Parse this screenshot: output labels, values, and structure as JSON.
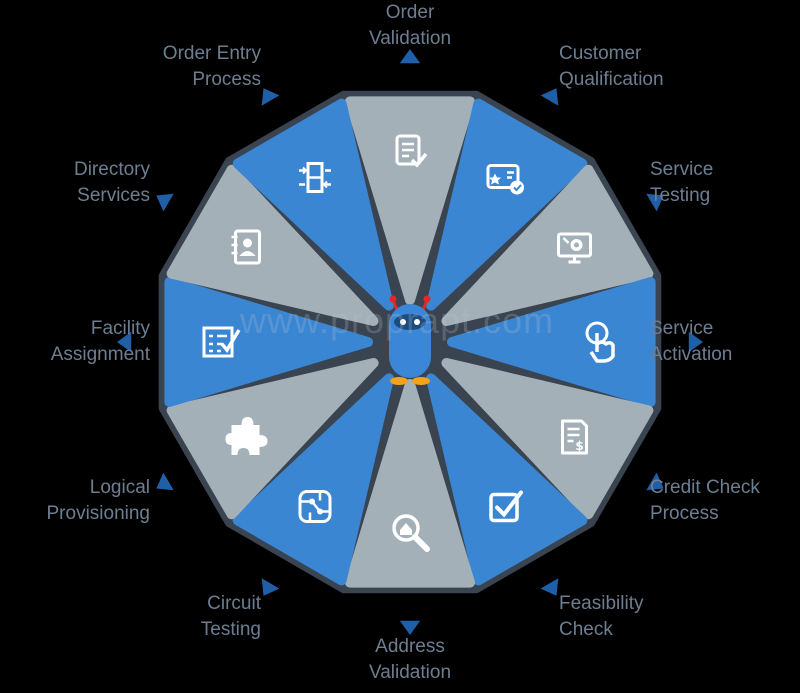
{
  "watermark": "www.proprapt.com",
  "colors": {
    "blue": "#3a86d2",
    "gray": "#a4b0b8",
    "ring": "#3a4350",
    "label": "#6e7e91",
    "arrow": "#1f5fa8"
  },
  "segments": [
    {
      "lines": [
        "Order",
        "Validation"
      ],
      "fill": "gray",
      "icon": "checklist-icon"
    },
    {
      "lines": [
        "Customer",
        "Qualification"
      ],
      "fill": "blue",
      "icon": "id-card-icon"
    },
    {
      "lines": [
        "Service",
        "Testing"
      ],
      "fill": "gray",
      "icon": "monitor-gear-icon"
    },
    {
      "lines": [
        "Service",
        "Activation"
      ],
      "fill": "blue",
      "icon": "touch-icon"
    },
    {
      "lines": [
        "Credit Check",
        "Process"
      ],
      "fill": "gray",
      "icon": "invoice-icon"
    },
    {
      "lines": [
        "Feasibility",
        "Check"
      ],
      "fill": "blue",
      "icon": "checkbox-icon"
    },
    {
      "lines": [
        "Address",
        "Validation"
      ],
      "fill": "gray",
      "icon": "search-home-icon"
    },
    {
      "lines": [
        "Circuit",
        "Testing"
      ],
      "fill": "blue",
      "icon": "circuit-icon"
    },
    {
      "lines": [
        "Logical",
        "Provisioning"
      ],
      "fill": "gray",
      "icon": "puzzle-icon"
    },
    {
      "lines": [
        "Facility",
        "Assignment"
      ],
      "fill": "blue",
      "icon": "task-list-icon"
    },
    {
      "lines": [
        "Directory",
        "Services"
      ],
      "fill": "gray",
      "icon": "contact-book-icon"
    },
    {
      "lines": [
        "Order Entry",
        "Process"
      ],
      "fill": "blue",
      "icon": "transfer-icon"
    }
  ]
}
